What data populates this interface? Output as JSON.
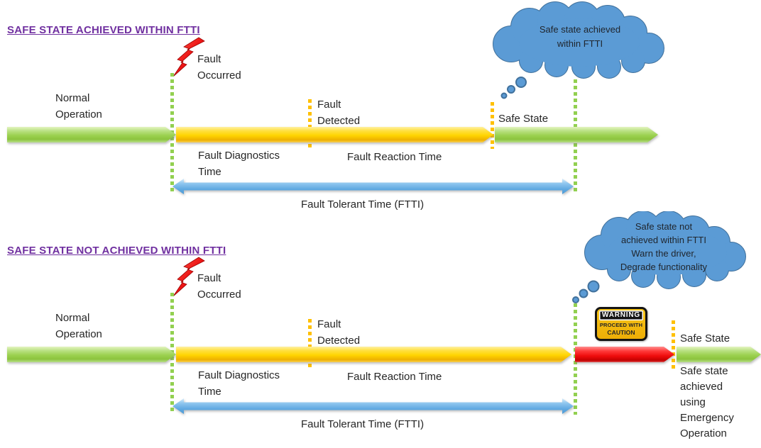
{
  "section1": {
    "title": "SAFE STATE ACHIEVED WITHIN FTTI",
    "fault_occurred": [
      "Fault",
      "Occurred"
    ],
    "normal_operation": [
      "Normal",
      "Operation"
    ],
    "fault_detected": [
      "Fault",
      "Detected"
    ],
    "safe_state": "Safe State",
    "fault_diagnostics": [
      "Fault Diagnostics",
      "Time"
    ],
    "fault_reaction": "Fault Reaction Time",
    "ftti": "Fault Tolerant Time (FTTI)",
    "bubble": [
      "Safe state achieved",
      "within FTTI"
    ]
  },
  "section2": {
    "title": "SAFE STATE NOT ACHIEVED WITHIN FTTI",
    "fault_occurred": [
      "Fault",
      "Occurred"
    ],
    "normal_operation": [
      "Normal",
      "Operation"
    ],
    "fault_detected": [
      "Fault",
      "Detected"
    ],
    "safe_state": "Safe State",
    "fault_diagnostics": [
      "Fault Diagnostics",
      "Time"
    ],
    "fault_reaction": "Fault Reaction Time",
    "ftti": "Fault Tolerant Time (FTTI)",
    "bubble": [
      "Safe state not",
      "achieved within FTTI",
      "Warn the driver,",
      "Degrade functionality"
    ],
    "warning": [
      "WARNING",
      "PROCEED WITH",
      "CAUTION"
    ],
    "emergency": [
      "Safe state",
      "achieved",
      "using",
      "Emergency",
      "Operation"
    ]
  },
  "colors": {
    "title_purple": "#7030A0",
    "green_arrow": "#9BD14F",
    "yellow_arrow": "#FFD400",
    "red_arrow": "#EF0C0C",
    "blue_arrow": "#60A9E1",
    "green_dotted": "#92D050",
    "orange_dotted": "#FFC000",
    "cloud_fill": "#5B9BD5",
    "cloud_border": "#41719C",
    "warning_yellow": "#EDAE06"
  }
}
